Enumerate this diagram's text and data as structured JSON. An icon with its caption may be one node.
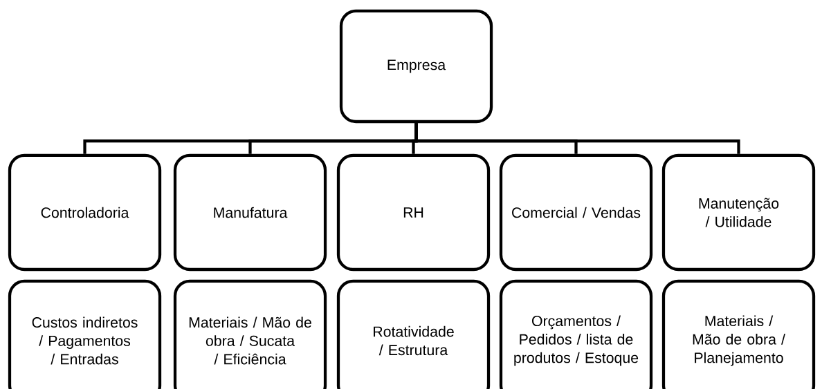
{
  "diagram": {
    "nodes": [
      {
        "text": [
          "Empresa"
        ]
      },
      {
        "text": [
          "Controladoria"
        ]
      },
      {
        "text": [
          "Manufatura"
        ]
      },
      {
        "text": [
          "RH"
        ]
      },
      {
        "text": [
          "Comercial / Vendas"
        ]
      },
      {
        "text": [
          "Manutenção / Utilidade"
        ]
      },
      {
        "text": [
          "Custos indiretos / Pagamentos / Entradas"
        ]
      },
      {
        "text": [
          "Materiais / Mão de obra / Sucata / Eficiência"
        ]
      },
      {
        "text": [
          "Rotatividade / Estrutura"
        ]
      },
      {
        "text": [
          "Orçamentos / Pedidos / lista de produtos / Estoque"
        ]
      },
      {
        "text": [
          "Materiais / Mão de obra / Planejamento"
        ]
      }
    ],
    "edges": [
      {
        "from": 0,
        "to": 1,
        "arrow": "none"
      },
      {
        "from": 0,
        "to": 2,
        "arrow": "none"
      },
      {
        "from": 0,
        "to": 3,
        "arrow": "none"
      },
      {
        "from": 0,
        "to": 4,
        "arrow": "none"
      },
      {
        "from": 0,
        "to": 5,
        "arrow": "none"
      }
    ]
  }
}
